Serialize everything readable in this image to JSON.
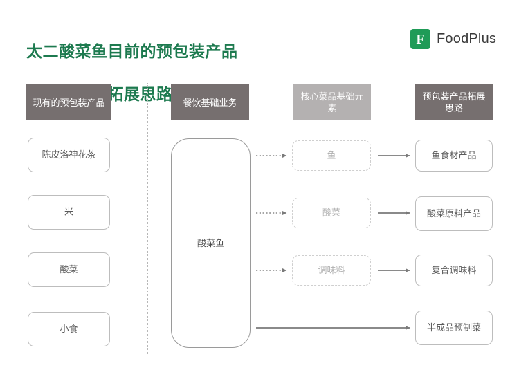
{
  "title": {
    "line1": "太二酸菜鱼目前的预包装产品",
    "line2": "以及可选的拓展思路",
    "color": "#1d7a4f"
  },
  "brand": {
    "name": "FoodPlus",
    "mark_letter": "F",
    "mark_color": "#1f9b57",
    "text_color": "#3b3b3b"
  },
  "columns": [
    {
      "header": "现有的预包装产品",
      "header_bg": "#766f6f",
      "header_color": "#ffffff"
    },
    {
      "header": "餐饮基础业务",
      "header_bg": "#766f6f",
      "header_color": "#ffffff"
    },
    {
      "header": "核心菜品基础元素",
      "header_bg": "#b4b1b1",
      "header_color": "#ffffff"
    },
    {
      "header": "预包装产品拓展思路",
      "header_bg": "#766f6f",
      "header_color": "#ffffff"
    }
  ],
  "existing_products": [
    {
      "label": "陈皮洛神花茶"
    },
    {
      "label": "米"
    },
    {
      "label": "酸菜"
    },
    {
      "label": "小食"
    }
  ],
  "core_business": {
    "label": "酸菜鱼"
  },
  "core_elements": [
    {
      "label": "鱼"
    },
    {
      "label": "酸菜"
    },
    {
      "label": "调味料"
    }
  ],
  "expansion_ideas": [
    {
      "label": "鱼食材产品"
    },
    {
      "label": "酸菜原料产品"
    },
    {
      "label": "复合调味料"
    },
    {
      "label": "半成品预制菜"
    }
  ],
  "connectors": {
    "dotted_style": "dotted",
    "solid_style": "solid",
    "arrow_color": "#7a7a7a",
    "dotted_color": "#9a9a9a"
  }
}
